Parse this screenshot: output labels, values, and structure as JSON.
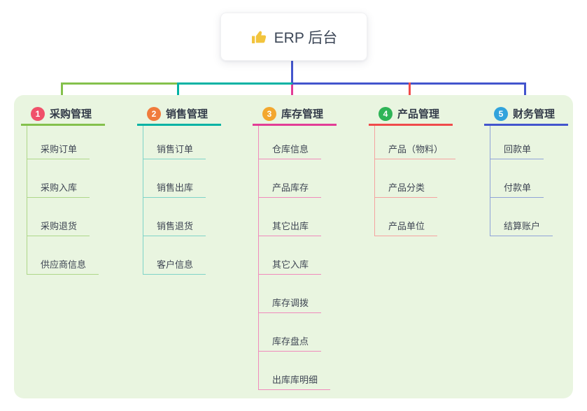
{
  "root": {
    "label": "ERP 后台",
    "icon": "thumbs-up-icon",
    "icon_color": "#f2c43d"
  },
  "panel": {
    "background": "#e9f5e0"
  },
  "connectors": {
    "root_stem_color": "#4355cd",
    "bus_segment_colors": [
      "#84c14c",
      "#04b3a4",
      "#4355cd"
    ],
    "drop_colors": [
      "#84c14c",
      "#04b3a4",
      "#e23d96",
      "#f04b4b",
      "#4355cd"
    ]
  },
  "branches": [
    {
      "badge": "1",
      "label": "采购管理",
      "line_color": "#84c14c",
      "child_line_color": "#aed789",
      "badge_color": "#f0506a",
      "children": [
        "采购订单",
        "采购入库",
        "采购退货",
        "供应商信息"
      ]
    },
    {
      "badge": "2",
      "label": "销售管理",
      "line_color": "#04b3a4",
      "child_line_color": "#7fd4c8",
      "badge_color": "#f07b3c",
      "children": [
        "销售订单",
        "销售出库",
        "销售退货",
        "客户信息"
      ]
    },
    {
      "badge": "3",
      "label": "库存管理",
      "line_color": "#e23d96",
      "child_line_color": "#f08abc",
      "badge_color": "#f3a72e",
      "children": [
        "仓库信息",
        "产品库存",
        "其它出库",
        "其它入库",
        "库存调拨",
        "库存盘点",
        "出库库明细"
      ]
    },
    {
      "badge": "4",
      "label": "产品管理",
      "line_color": "#f04b4b",
      "child_line_color": "#f5a3a0",
      "badge_color": "#2fb457",
      "children": [
        "产品（物料）",
        "产品分类",
        "产品单位"
      ]
    },
    {
      "badge": "5",
      "label": "财务管理",
      "line_color": "#4355cd",
      "child_line_color": "#8fa3d8",
      "badge_color": "#31a3dc",
      "children": [
        "回款单",
        "付款单",
        "结算账户"
      ]
    }
  ]
}
